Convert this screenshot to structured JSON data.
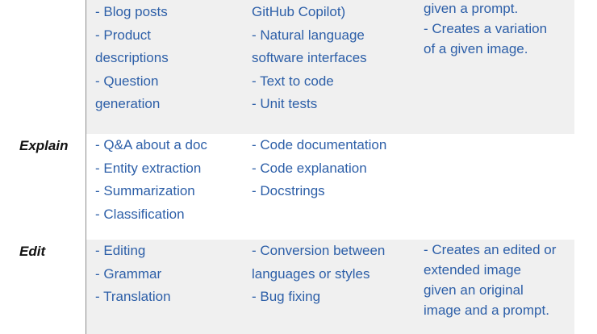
{
  "table": {
    "generate_row": {
      "col1_lines": [
        "- Blog posts",
        "- Product",
        "descriptions",
        "- Question",
        "generation"
      ],
      "col2_lines": [
        "GitHub Copilot)",
        "- Natural language",
        "software interfaces",
        "- Text to code",
        "- Unit tests"
      ],
      "col3_lines": [
        "given a prompt.",
        "- Creates a variation",
        "of a given image."
      ]
    },
    "explain_row": {
      "label": "Explain",
      "col1_lines": [
        "- Q&A about a doc",
        "- Entity extraction",
        "- Summarization",
        "- Classification"
      ],
      "col2_lines": [
        "- Code documentation",
        "- Code explanation",
        "- Docstrings"
      ]
    },
    "edit_row": {
      "label": "Edit",
      "col1_lines": [
        "- Editing",
        "- Grammar",
        "- Translation"
      ],
      "col2_lines": [
        "- Conversion between",
        "languages or styles",
        "- Bug fixing"
      ],
      "col3_lines": [
        "- Creates an edited or",
        "extended image",
        "given an original",
        "image and a prompt."
      ]
    }
  }
}
